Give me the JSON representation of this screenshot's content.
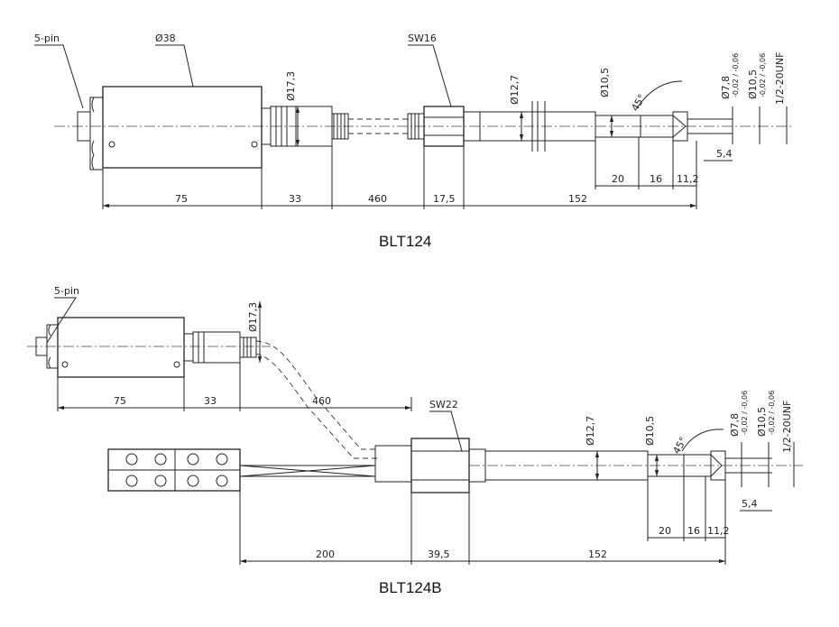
{
  "drawings": [
    {
      "caption": "BLT124",
      "labels": {
        "connector": "5-pin",
        "housing_dia": "Ø38",
        "neck_dia": "Ø17,3",
        "wrench": "SW16",
        "probe_dia": "Ø12,7",
        "tip_dia": "Ø10,5",
        "angle": "45°",
        "bore_dia": "Ø7,8",
        "bore_tol": "-0,02 / -0,06",
        "thread_dia": "Ø10,5",
        "thread_tol": "-0,02 / -0,06",
        "thread": "1/2-20UNF"
      },
      "dimensions": [
        "75",
        "33",
        "460",
        "17,5",
        "152"
      ],
      "tip_dimensions": [
        "20",
        "16",
        "11,2",
        "5,4"
      ]
    },
    {
      "caption": "BLT124B",
      "labels": {
        "connector": "5-pin",
        "neck_dia": "Ø17,3",
        "wrench": "SW22",
        "probe_dia": "Ø12,7",
        "tip_dia": "Ø10,5",
        "angle": "45°",
        "bore_dia": "Ø7,8",
        "bore_tol": "-0,02 / -0,06",
        "thread_dia": "Ø10,5",
        "thread_tol": "-0,02 / -0,06",
        "thread": "1/2-20UNF"
      },
      "dimensions_top": [
        "75",
        "33",
        "460"
      ],
      "dimensions_bottom": [
        "200",
        "39,5",
        "152"
      ],
      "tip_dimensions": [
        "20",
        "16",
        "11,2",
        "5,4"
      ]
    }
  ]
}
